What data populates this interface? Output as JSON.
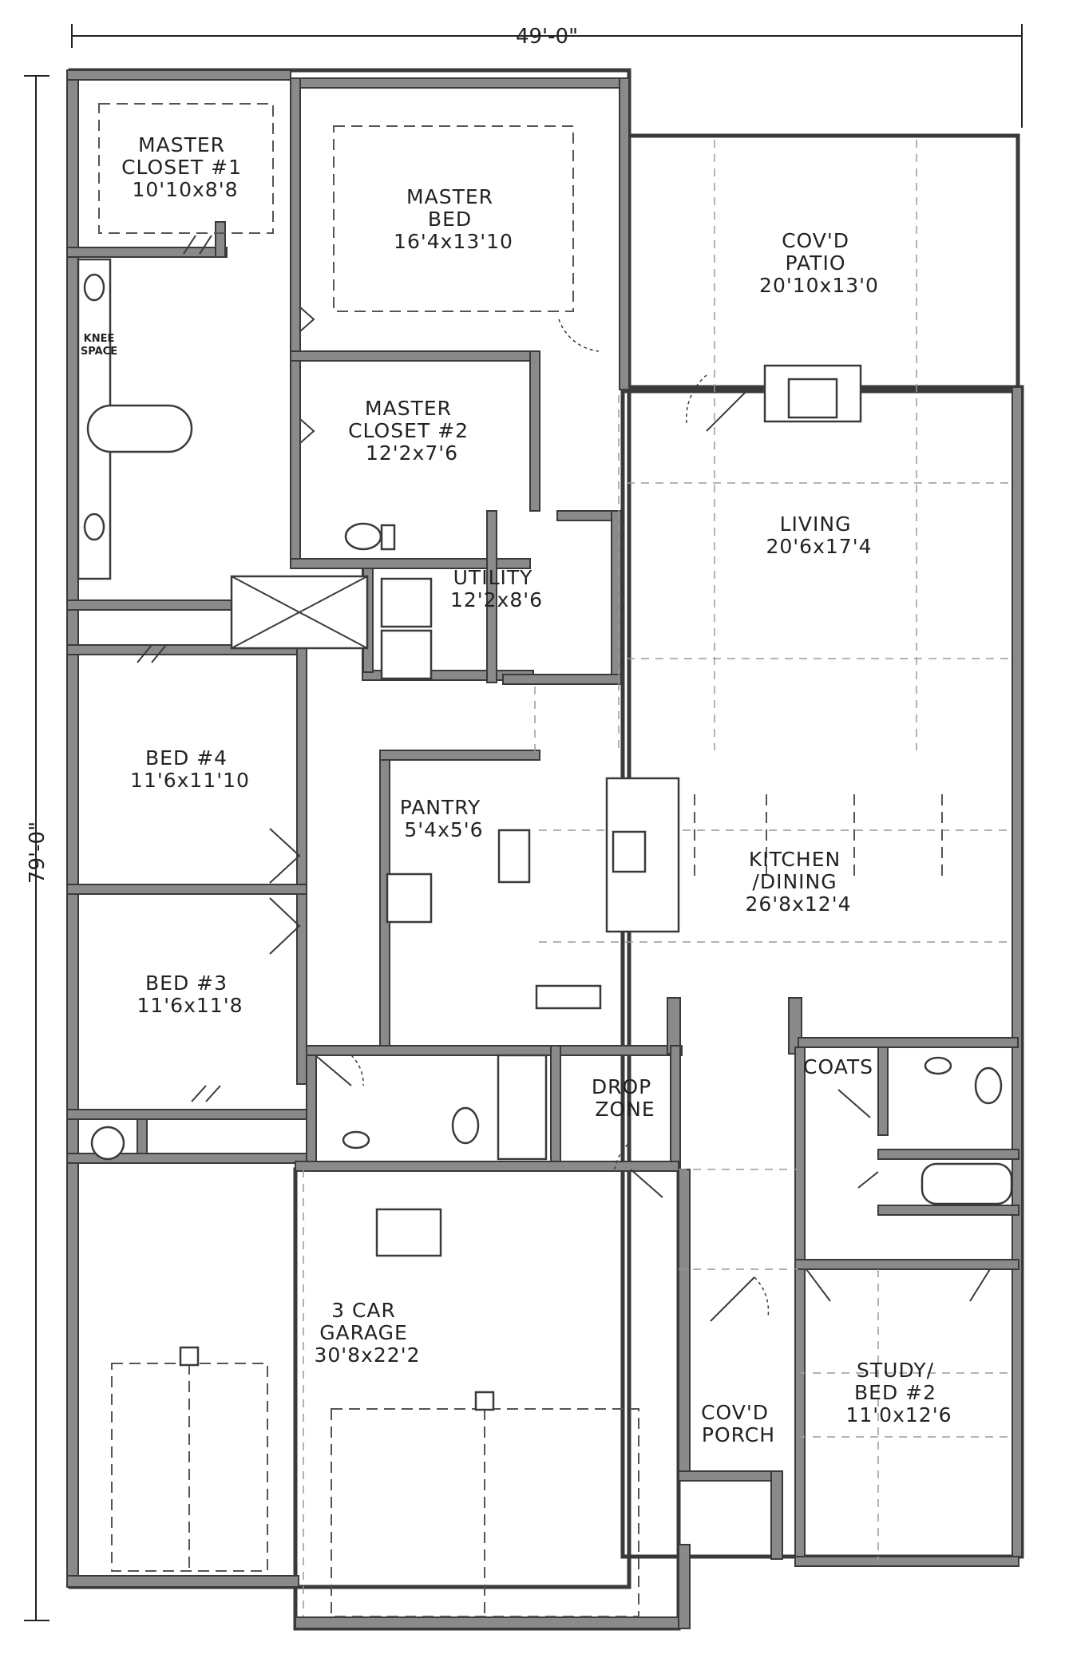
{
  "dimensions": {
    "width": "49'-0\"",
    "depth": "79'-0\""
  },
  "rooms": [
    {
      "id": "master-closet-1",
      "lines": [
        "MASTER",
        "CLOSET #1",
        "10'10x8'8"
      ]
    },
    {
      "id": "master-bed",
      "lines": [
        "MASTER",
        "BED",
        "16'4x13'10"
      ]
    },
    {
      "id": "covd-patio",
      "lines": [
        "COV'D",
        "PATIO",
        "20'10x13'0"
      ]
    },
    {
      "id": "master-closet-2",
      "lines": [
        "MASTER",
        "CLOSET #2",
        "12'2x7'6"
      ]
    },
    {
      "id": "living",
      "lines": [
        "LIVING",
        "20'6x17'4"
      ]
    },
    {
      "id": "utility",
      "lines": [
        "UTILITY",
        "12'2x8'6"
      ]
    },
    {
      "id": "bed-4",
      "lines": [
        "BED #4",
        "11'6x11'10"
      ]
    },
    {
      "id": "pantry",
      "lines": [
        "PANTRY",
        "5'4x5'6"
      ]
    },
    {
      "id": "kitchen-dining",
      "lines": [
        "KITCHEN",
        "/DINING",
        "26'8x12'4"
      ]
    },
    {
      "id": "bed-3",
      "lines": [
        "BED #3",
        "11'6x11'8"
      ]
    },
    {
      "id": "coats",
      "lines": [
        "COATS"
      ]
    },
    {
      "id": "drop-zone",
      "lines": [
        "DROP",
        "ZONE"
      ]
    },
    {
      "id": "garage",
      "lines": [
        "3 CAR",
        "GARAGE",
        "30'8x22'2"
      ]
    },
    {
      "id": "study-bed-2",
      "lines": [
        "STUDY/",
        "BED #2",
        "11'0x12'6"
      ]
    },
    {
      "id": "covd-porch",
      "lines": [
        "COV'D",
        "PORCH"
      ]
    }
  ],
  "fixture_labels": {
    "knee_space": [
      "KNEE",
      "SPACE"
    ]
  }
}
